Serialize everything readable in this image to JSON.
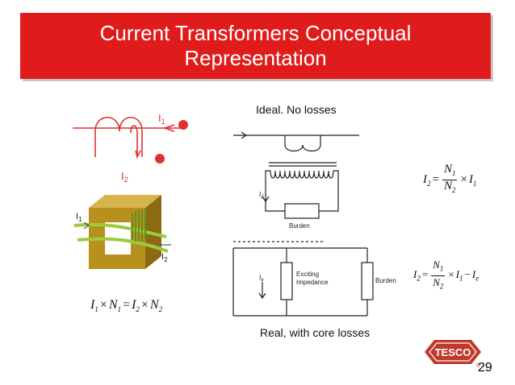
{
  "slide": {
    "title_line1": "Current Transformers Conceptual",
    "title_line2": "Representation",
    "page_number": "29"
  },
  "captions": {
    "ideal": "Ideal. No losses",
    "real": "Real, with core losses"
  },
  "diagram_labels": {
    "i1": "I",
    "i1_sub": "1",
    "i2": "I",
    "i2_sub": "2",
    "burden_ideal": "Burden",
    "burden_real": "Burden",
    "exciting_line1": "Exciting",
    "exciting_line2": "Impedance",
    "ie": "I",
    "ie_sub": "e"
  },
  "formulas": {
    "ampere_turns": {
      "I1": "I",
      "s1": "1",
      "N1": "N",
      "n1": "1",
      "I2": "I",
      "s2": "2",
      "N2": "N",
      "n2": "2",
      "times": "×",
      "equals": "="
    },
    "ideal": {
      "lhs": "I",
      "lhs_sub": "2",
      "equals": "=",
      "num": "N",
      "num_sub": "1",
      "den": "N",
      "den_sub": "2",
      "times": "×",
      "rhs": "I",
      "rhs_sub": "1"
    },
    "real": {
      "lhs": "I",
      "lhs_sub": "2",
      "equals": "=",
      "num": "N",
      "num_sub": "1",
      "den": "N",
      "den_sub": "2",
      "times": "×",
      "rhs": "I",
      "rhs_sub": "1",
      "minus": "−",
      "ie": "I",
      "ie_sub": "e"
    }
  },
  "logo": {
    "text": "TESCO",
    "registered": "®"
  },
  "colors": {
    "title_bg": "#e01b1b",
    "coil_red": "#e03030",
    "core_gold": "#b8901c",
    "winding_green": "#9ccc3c"
  }
}
